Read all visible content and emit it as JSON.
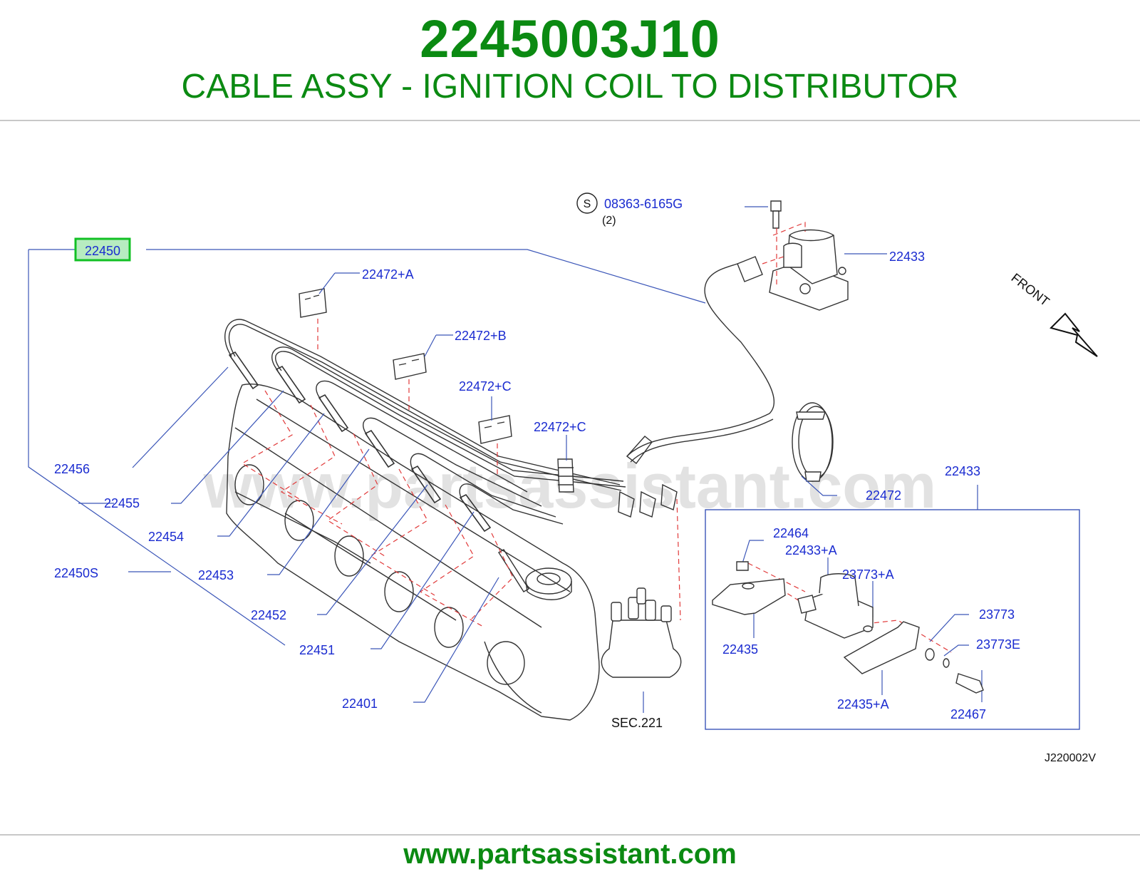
{
  "header": {
    "part_number": "2245003J10",
    "description": "CABLE ASSY - IGNITION COIL TO DISTRIBUTOR"
  },
  "diagram": {
    "watermark": "www.partsassistant.com",
    "highlighted_part": "22450",
    "screw_symbol": "S",
    "screw_part": "08363-6165G",
    "screw_qty": "(2)",
    "front_label": "FRONT",
    "sec_label": "SEC.221",
    "diagram_code": "J220002V",
    "callouts": {
      "c22433_top": "22433",
      "c22472A": "22472+A",
      "c22472B": "22472+B",
      "c22472C1": "22472+C",
      "c22472C2": "22472+C",
      "c22456": "22456",
      "c22455": "22455",
      "c22454": "22454",
      "c22450S": "22450S",
      "c22453": "22453",
      "c22452": "22452",
      "c22451": "22451",
      "c22401": "22401",
      "c22472": "22472",
      "c22433_box": "22433",
      "c22464": "22464",
      "c22433A": "22433+A",
      "c23773A": "23773+A",
      "c23773": "23773",
      "c23773E": "23773E",
      "c22435": "22435",
      "c22435A": "22435+A",
      "c22467": "22467"
    }
  },
  "footer": {
    "url": "www.partsassistant.com"
  }
}
